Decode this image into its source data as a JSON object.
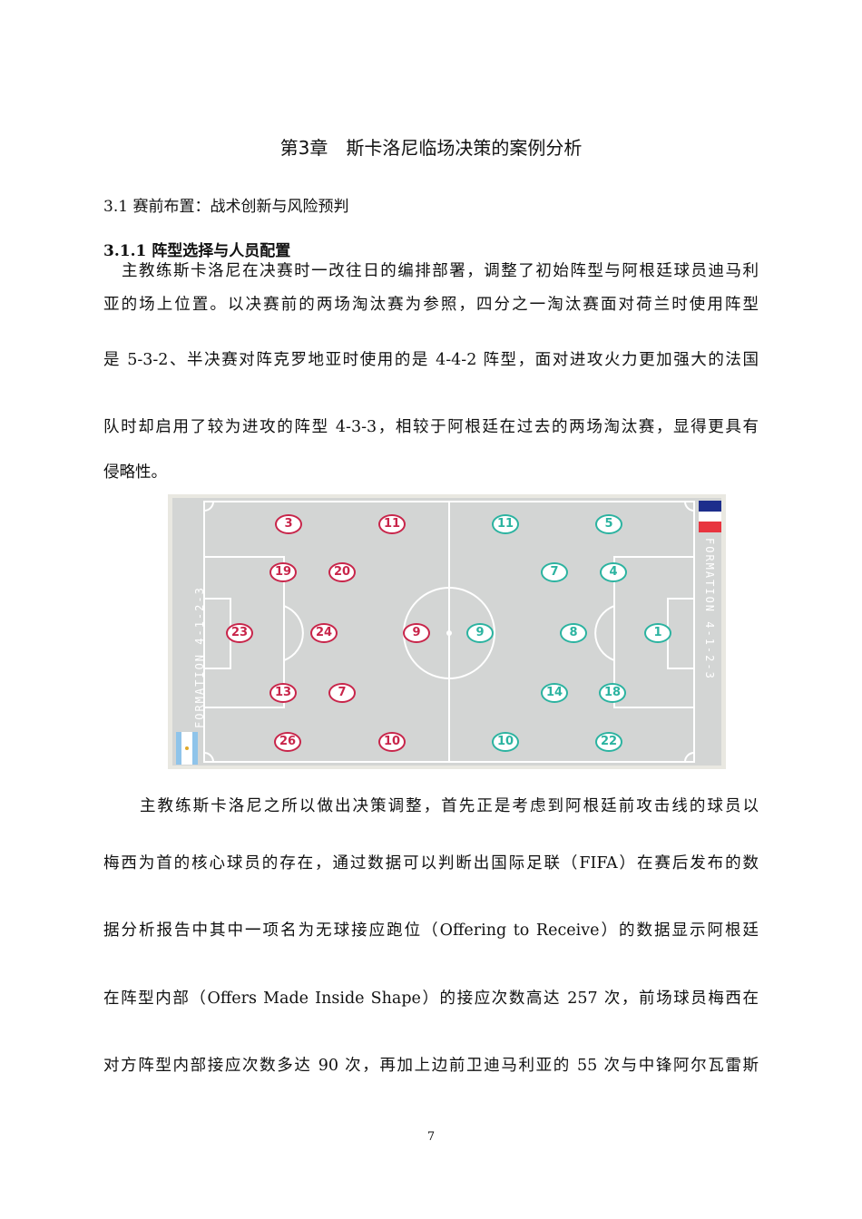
{
  "chapter_title": "第3章　斯卡洛尼临场决策的案例分析",
  "section_title": "3.1 赛前布置：战术创新与风险预判",
  "subsection_title": "3.1.1 阵型选择与人员配置",
  "paragraph1": [
    "主教练斯卡洛尼在决赛时一改往日的编排部署，调整了初始阵型与阿根廷球员迪马利",
    "亚的场上位置。以决赛前的两场淘汰赛为参照，四分之一淘汰赛面对荷兰时使用阵型",
    "是 5-3-2、半决赛对阵克罗地亚时使用的是 4-4-2 阵型，面对进攻火力更加强大的法国",
    "队时却启用了较为进攻的阵型 4-3-3，相较于阿根廷在过去的两场淘汰赛，显得更具有",
    "侵略性。"
  ],
  "figure": {
    "left_formation": "FORMATION 4-1-2-3",
    "right_formation": "FORMATION 4-1-2-3",
    "left_team_flag": "argentina-flag",
    "right_team_flag": "france-flag",
    "colors": {
      "left_team": "#c8254a",
      "right_team": "#2bb3a0",
      "pitch": "#d3d5d4",
      "lines": "#ffffff"
    },
    "left_players": [
      "3",
      "11",
      "19",
      "20",
      "23",
      "24",
      "9",
      "13",
      "7",
      "26",
      "10"
    ],
    "right_players": [
      "11",
      "5",
      "7",
      "4",
      "9",
      "8",
      "1",
      "14",
      "18",
      "10",
      "22"
    ]
  },
  "paragraph2": [
    "主教练斯卡洛尼之所以做出决策调整，首先正是考虑到阿根廷前攻击线的球员以",
    "梅西为首的核心球员的存在，通过数据可以判断出国际足联（FIFA）在赛后发布的数",
    "据分析报告中其中一项名为无球接应跑位（Offering to Receive）的数据显示阿根廷",
    "在阵型内部（Offers Made Inside Shape）的接应次数高达 257 次，前场球员梅西在",
    "对方阵型内部接应次数多达 90 次，再加上边前卫迪马利亚的 55 次与中锋阿尔瓦雷斯"
  ],
  "page_number": "7"
}
